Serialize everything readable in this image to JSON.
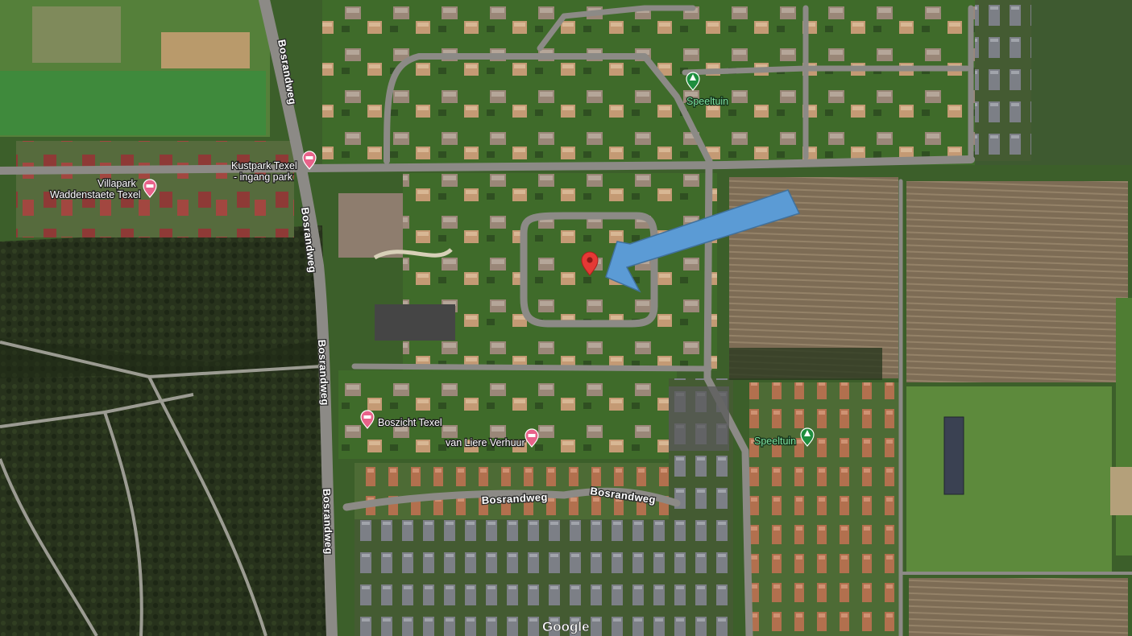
{
  "map": {
    "type": "satellite",
    "attribution": "Google",
    "roads": {
      "bosrandweg": "Bosrandweg"
    },
    "pois": {
      "kustpark_line1": "Kustpark Texel",
      "kustpark_line2": "- ingang park",
      "villapark_line1": "Villapark",
      "villapark_line2": "Waddenstaete Texel",
      "boszicht": "Boszicht Texel",
      "van_liere": "van Liere Verhuur"
    },
    "parks": {
      "speeltuin_north": "Speeltuin",
      "speeltuin_south": "Speeltuin"
    },
    "colors": {
      "forest": "#27321c",
      "grass": "#4d7a33",
      "road": "#8c8a86",
      "field_plowed": "#7d6c55",
      "field_green": "#5d8a3c",
      "hotel_pin": "#e8628a",
      "park_pin": "#1e8e3e",
      "location_pin": "#e53935",
      "arrow": "#5b9bd5"
    },
    "icons": {
      "hotel": "hotel-bed-icon",
      "park": "tree-icon",
      "location": "map-pin-icon",
      "arrow": "arrow-annotation"
    }
  }
}
